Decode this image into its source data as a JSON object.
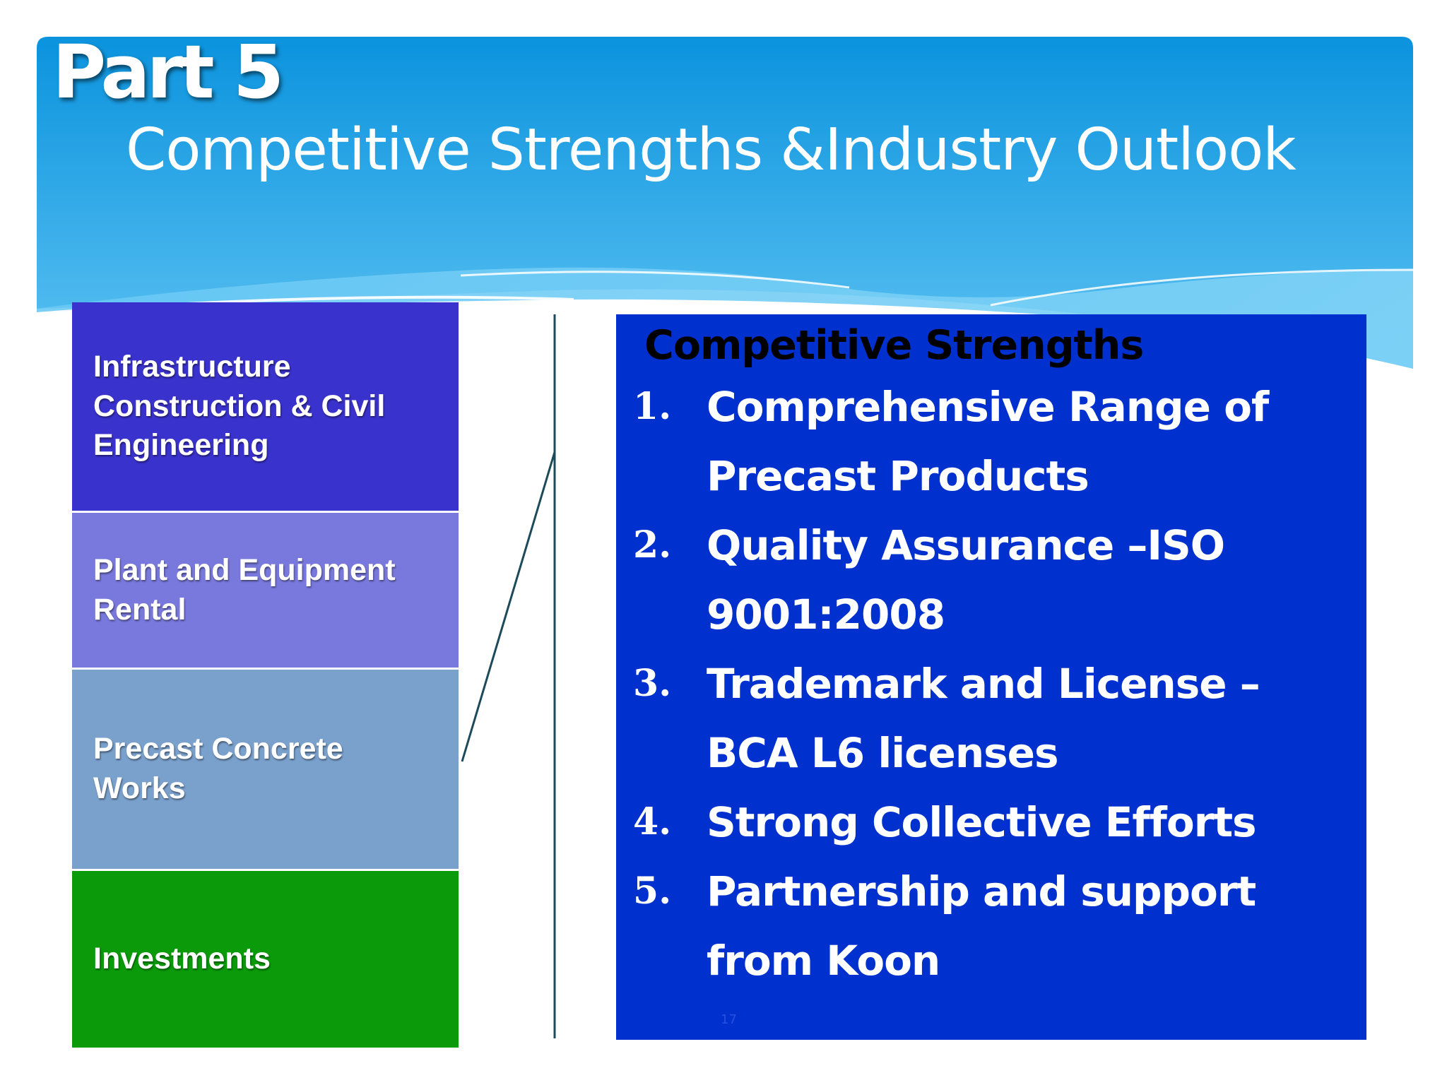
{
  "header": {
    "part_label": "Part 5",
    "title": "Competitive Strengths &Industry Outlook"
  },
  "segments": [
    {
      "label": "Infrastructure Construction & Civil Engineering"
    },
    {
      "label": "Plant and Equipment Rental"
    },
    {
      "label": "Precast Concrete Works"
    },
    {
      "label": "Investments"
    }
  ],
  "strengths": {
    "heading": "Competitive Strengths",
    "items": [
      {
        "number": "1.",
        "text": "Comprehensive Range of Precast Products"
      },
      {
        "number": "2.",
        "text": "Quality Assurance –ISO 9001:2008"
      },
      {
        "number": "3.",
        "text": "Trademark and License –BCA L6 licenses"
      },
      {
        "number": "4.",
        "text": "Strong Collective Efforts"
      },
      {
        "number": "5.",
        "text": "Partnership and support from Koon"
      }
    ],
    "page_number": "17"
  },
  "colors": {
    "header_blue_top": "#0b93de",
    "header_blue_bottom": "#5cc2f2",
    "segment_infrastructure": "#3a32cc",
    "segment_plant": "#7979dd",
    "segment_precast": "#7aa0cc",
    "segment_investments": "#0a9a0a",
    "strengths_box": "#0031cf",
    "connector_line": "#1c4a5a"
  }
}
